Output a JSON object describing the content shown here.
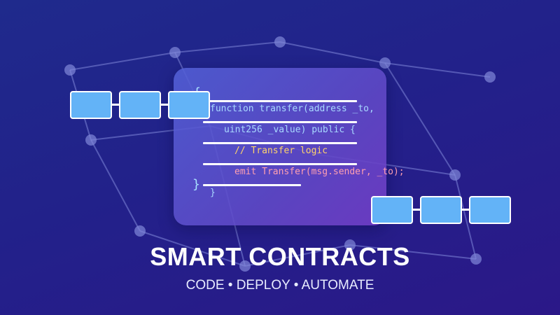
{
  "theme": {
    "background_start": "#1f2a8c",
    "background_end": "#2b1888",
    "network_color": "#8a8fd6",
    "block_fill": "#63b3f7",
    "code_keyword": "#9fd3ff",
    "code_comment": "#ffd36b",
    "code_call": "#ff9aa8"
  },
  "code": {
    "open_brace": "{",
    "close_brace": "}",
    "line1": "function transfer(address _to,",
    "line2": "uint256 _value) public {",
    "line3": "// Transfer logic",
    "line4": "emit Transfer(msg.sender, _to);",
    "line5": "}"
  },
  "heading": {
    "title": "SMART CONTRACTS",
    "subtitle": "CODE • DEPLOY • AUTOMATE"
  },
  "icons": [
    "network-graph-icon",
    "blockchain-chain-icon"
  ]
}
